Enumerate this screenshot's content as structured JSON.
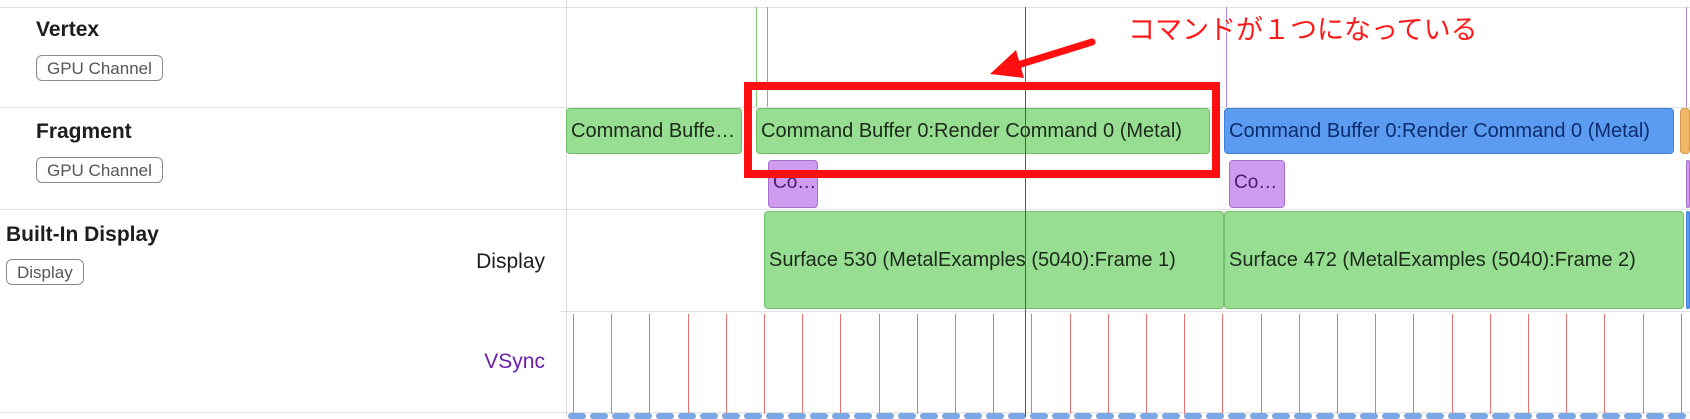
{
  "tracks": {
    "vertex": {
      "title": "Vertex",
      "badge": "GPU Channel"
    },
    "fragment": {
      "title": "Fragment",
      "badge": "GPU Channel"
    },
    "display": {
      "title": "Built-In Display",
      "badge": "Display",
      "sub_display": "Display",
      "sub_vsync": "VSync"
    }
  },
  "fragment_blocks": {
    "first": "Command Buffer 0:Render Command 0 (Metal)",
    "second": "Command Buffer 0:Render Command 0 (Metal)",
    "third": "Command Buffer 0:Render Command 0 (Metal)",
    "child1": "Co…",
    "child2": "Co…"
  },
  "display_blocks": {
    "frame1": "Surface 530 (MetalExamples (5040):Frame 1)",
    "frame2": "Surface 472 (MetalExamples (5040):Frame 2)"
  },
  "annotation": {
    "text": "コマンドが１つになっている",
    "color": "#ff1a1a"
  },
  "colors": {
    "green": "#98de92",
    "blue": "#5c9cf0",
    "purple": "#cf9cef",
    "orange": "#f2b76a",
    "vsync_text": "#6b1fa8",
    "cursor": "#1f5fbf"
  }
}
